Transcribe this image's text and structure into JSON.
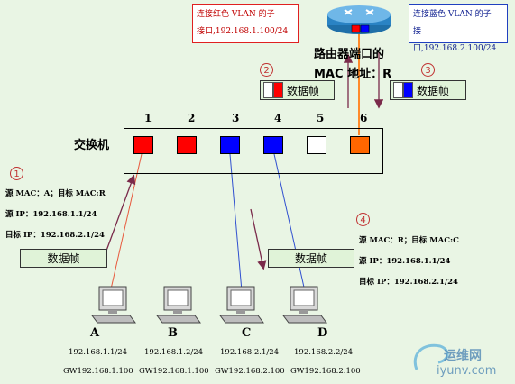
{
  "router": {
    "red_callout_line1": "连接红色 VLAN 的子",
    "red_callout_line2": "接口,192.168.1.100/24",
    "blue_callout_line1": "连接蓝色 VLAN 的子",
    "blue_callout_line2": "接口,192.168.2.100/24",
    "mac_label_line1": "路由器端口的",
    "mac_label_line2": "MAC 地址：R"
  },
  "steps": {
    "step1": "1",
    "step2": "2",
    "step3": "3",
    "step4": "4"
  },
  "frames": {
    "label": "数据帧"
  },
  "switch": {
    "label": "交换机",
    "ports": [
      {
        "num": "1",
        "color": "#ff0000"
      },
      {
        "num": "2",
        "color": "#ff0000"
      },
      {
        "num": "3",
        "color": "#0000ff"
      },
      {
        "num": "4",
        "color": "#0000ff"
      },
      {
        "num": "5",
        "color": "#ffffff"
      },
      {
        "num": "6",
        "color": "#ff6600"
      }
    ]
  },
  "info_left": {
    "line1": "源 MAC：A；目标 MAC:R",
    "line2": "源 IP：192.168.1.1/24",
    "line3": "目标 IP：192.168.2.1/24"
  },
  "info_right": {
    "line1": "源 MAC：R；目标 MAC:C",
    "line2": "源 IP：192.168.1.1/24",
    "line3": "目标 IP：192.168.2.1/24"
  },
  "pcs": [
    {
      "name": "A",
      "ip": "192.168.1.1/24",
      "gw": "GW192.168.1.100"
    },
    {
      "name": "B",
      "ip": "192.168.1.2/24",
      "gw": "GW192.168.1.100"
    },
    {
      "name": "C",
      "ip": "192.168.2.1/24",
      "gw": "GW192.168.2.100"
    },
    {
      "name": "D",
      "ip": "192.168.2.2/24",
      "gw": "GW192.168.2.100"
    }
  ],
  "watermark": {
    "text1": "运维网",
    "text2": "iyunv.com"
  },
  "colors": {
    "red": "#ff0000",
    "blue": "#0000ff",
    "orange": "#ff6600",
    "line_red": "#e8583c",
    "line_blue": "#3050d0",
    "arrow": "#7a2a4a"
  }
}
